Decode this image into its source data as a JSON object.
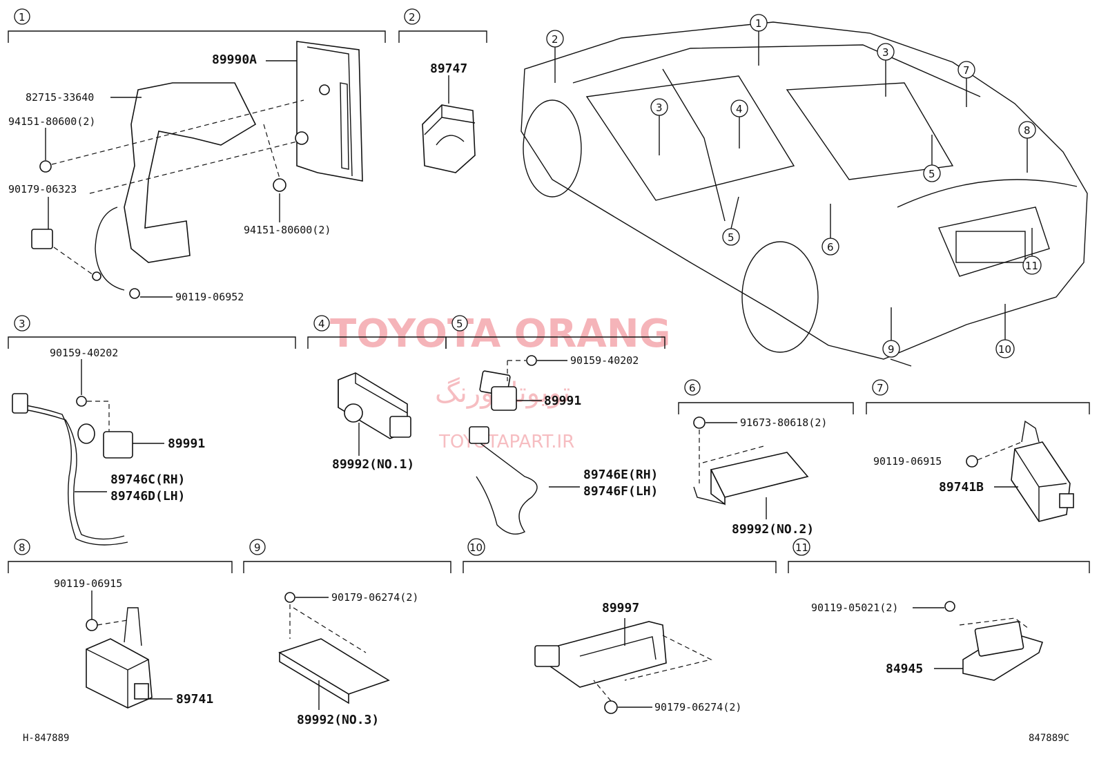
{
  "sections": [
    {
      "id": "s1",
      "num": "1"
    },
    {
      "id": "s2",
      "num": "2"
    },
    {
      "id": "s3",
      "num": "3"
    },
    {
      "id": "s4",
      "num": "4"
    },
    {
      "id": "s5",
      "num": "5"
    },
    {
      "id": "s6",
      "num": "6"
    },
    {
      "id": "s7",
      "num": "7"
    },
    {
      "id": "s8",
      "num": "8"
    },
    {
      "id": "s9",
      "num": "9"
    },
    {
      "id": "s10",
      "num": "10"
    },
    {
      "id": "s11",
      "num": "11"
    }
  ],
  "labels": {
    "p89990A": "89990A",
    "p82715": "82715-33640",
    "p94151a": "94151-80600(2)",
    "p90179_06323": "90179-06323",
    "p94151b": "94151-80600(2)",
    "p90119_06952": "90119-06952",
    "p89747": "89747",
    "p90159a": "90159-40202",
    "p89991a": "89991",
    "p89746C": "89746C(RH)",
    "p89746D": "89746D(LH)",
    "p89992_1": "89992(NO.1)",
    "p90159b": "90159-40202",
    "p89991b": "89991",
    "p89746E": "89746E(RH)",
    "p89746F": "89746F(LH)",
    "p91673": "91673-80618(2)",
    "p89992_2": "89992(NO.2)",
    "p90119_06915a": "90119-06915",
    "p89741B": "89741B",
    "p90119_06915b": "90119-06915",
    "p89741": "89741",
    "p90179_06274a": "90179-06274(2)",
    "p89992_3": "89992(NO.3)",
    "p89997": "89997",
    "p90179_06274b": "90179-06274(2)",
    "p90119_05021": "90119-05021(2)",
    "p84945": "84945"
  },
  "car_callouts": [
    "1",
    "2",
    "3",
    "3",
    "4",
    "5",
    "5",
    "6",
    "7",
    "8",
    "9",
    "10",
    "11"
  ],
  "footer": {
    "left": "H-847889",
    "right": "847889C"
  },
  "watermark": {
    "title": "TOYOTA ORANG",
    "persian": "تویوتا اورنگ",
    "url": "TOYOTAPART.IR"
  },
  "colors": {
    "line": "#111111",
    "watermark": "#f4a7ad"
  }
}
